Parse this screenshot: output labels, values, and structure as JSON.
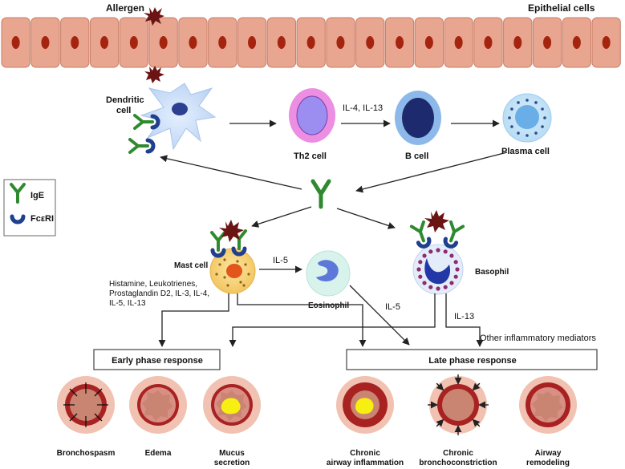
{
  "labels": {
    "allergen": "Allergen",
    "epithelial_cells": "Epithelial cells",
    "dendritic_cell_line1": "Dendritic",
    "dendritic_cell_line2": "cell",
    "th2_cell": "Th2 cell",
    "b_cell": "B cell",
    "plasma_cell": "Plasma cell",
    "il4_il13": "IL-4, IL-13",
    "mast_cell": "Mast cell",
    "eosinophil": "Eosinophil",
    "basophil": "Basophil",
    "il5_a": "IL-5",
    "il5_b": "IL-5",
    "il13": "IL-13",
    "other_mediators": "Other inflammatory mediators",
    "mediators_line1": "Histamine, Leukotrienes,",
    "mediators_line2": "Prostaglandin D2, IL-3, IL-4,",
    "mediators_line3": "IL-5, IL-13",
    "early_phase": "Early phase response",
    "late_phase": "Late phase response",
    "bronchospasm": "Bronchospasm",
    "edema": "Edema",
    "mucus_line1": "Mucus",
    "mucus_line2": "secretion",
    "chronic_inflammation_line1": "Chronic",
    "chronic_inflammation_line2": "airway inflammation",
    "chronic_constriction_line1": "Chronic",
    "chronic_constriction_line2": "bronchoconstriction",
    "remodeling_line1": "Airway",
    "remodeling_line2": "remodeling"
  },
  "legend": {
    "ige": "IgE",
    "fceri": "FcεRI"
  },
  "colors": {
    "epithelium": "#e8a58f",
    "nucleus": "#a5240f",
    "ige": "#2f8a2f",
    "fceri": "#1f3f8f",
    "allergen": "#6b1414",
    "airway_outer": "#f1c2b2",
    "airway_wall": "#a82222",
    "lumen": "#c98572",
    "mucus": "#f7ef12"
  }
}
